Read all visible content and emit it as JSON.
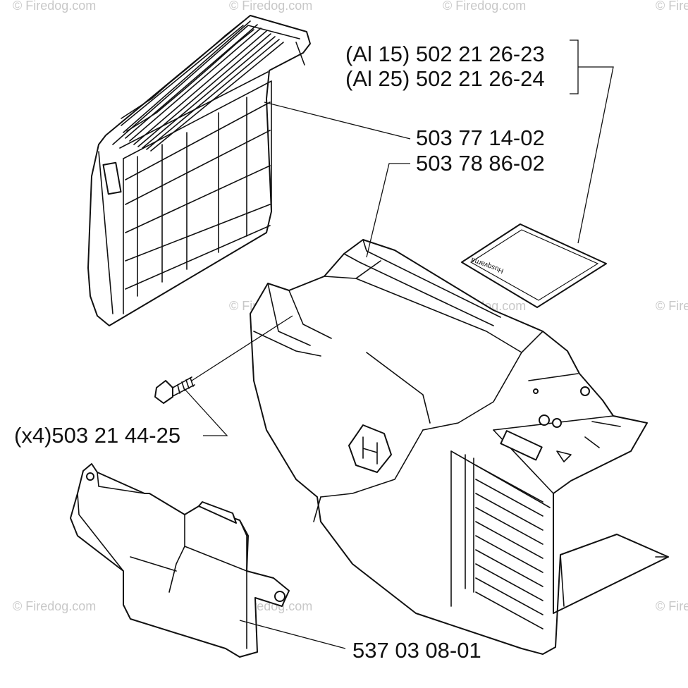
{
  "watermark": {
    "text": "© Firedog.com"
  },
  "parts": {
    "sticker_al15": "(Al 15) 502 21 26-23",
    "sticker_al25": "(Al 25) 502 21 26-24",
    "air_filter": "503 77 14-02",
    "cylinder_cover": "503 78 86-02",
    "screw": "(x4)503 21 44-25",
    "lower_cover": "537 03 08-01"
  },
  "sticker_text": "Husqvarna"
}
